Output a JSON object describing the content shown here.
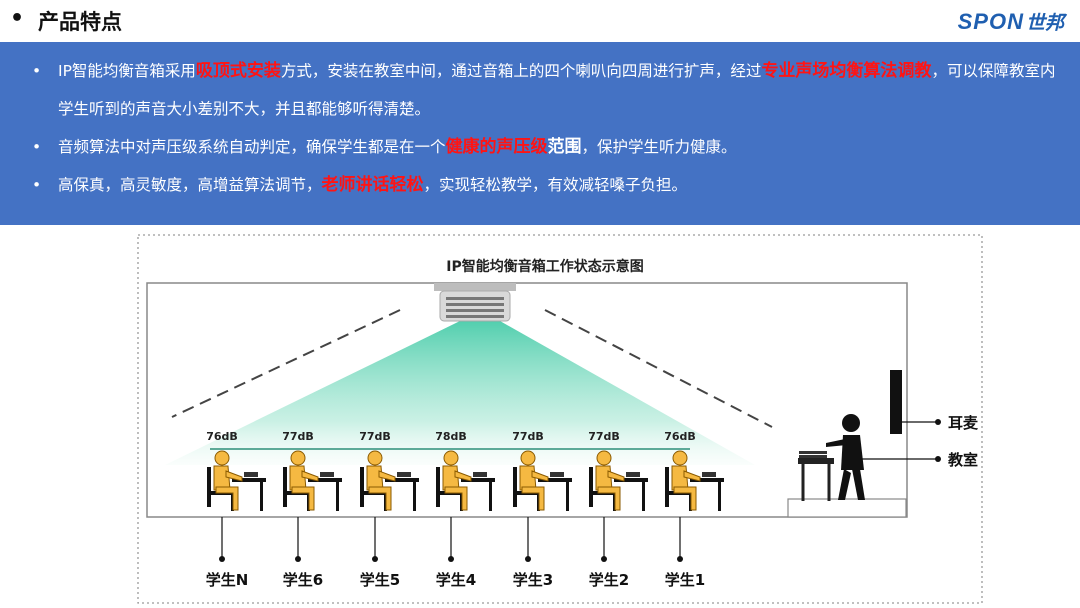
{
  "header": {
    "bullet": "•",
    "title": "产品特点",
    "logo_en": "SPON",
    "logo_cn": "世邦"
  },
  "points": [
    {
      "bullet": "•",
      "segments": [
        {
          "text": "IP智能均衡音箱采用",
          "style": "normal"
        },
        {
          "text": "吸顶式安装",
          "style": "red"
        },
        {
          "text": "方式，安装在教室中间，通过音箱上的四个喇叭向四周进行扩声，经过",
          "style": "normal"
        },
        {
          "text": "专业声场均衡算法调教",
          "style": "red"
        },
        {
          "text": "，可以保障教室内学生听到的声音大小差别不大，并且都能够听得清楚。",
          "style": "normal"
        }
      ]
    },
    {
      "bullet": "•",
      "segments": [
        {
          "text": "音频算法中对声压级系统自动判定，确保学生都是在一个",
          "style": "normal"
        },
        {
          "text": "健康的声压级",
          "style": "red"
        },
        {
          "text": "范围",
          "style": "bold"
        },
        {
          "text": "，保护学生听力健康。",
          "style": "normal"
        }
      ]
    },
    {
      "bullet": "•",
      "segments": [
        {
          "text": "高保真，高灵敏度，高增益算法调节，",
          "style": "normal"
        },
        {
          "text": "老师讲话轻松",
          "style": "red"
        },
        {
          "text": "，实现轻松教学，有效减轻嗓子负担。",
          "style": "normal"
        }
      ]
    }
  ],
  "diagram": {
    "title": "IP智能均衡音箱工作状态示意图",
    "db_levels": [
      "76dB",
      "77dB",
      "77dB",
      "78dB",
      "77dB",
      "77dB",
      "76dB"
    ],
    "students": [
      "学生N",
      "学生6",
      "学生5",
      "学生4",
      "学生3",
      "学生2",
      "学生1"
    ],
    "labels": {
      "headset": "耳麦",
      "classroom": "教室"
    }
  }
}
